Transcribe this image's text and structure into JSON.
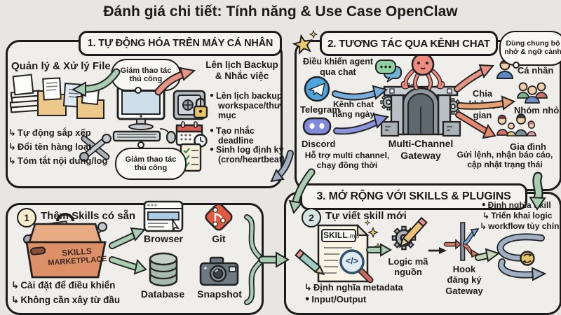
{
  "title": "Đánh giá chi tiết: Tính năng & Use Case OpenClaw",
  "colors": {
    "background": "#e7e6e3",
    "panel": "#efeeea",
    "ink": "#1b1b1b",
    "green_arrow": "#a9cdb1",
    "salmon_arrow": "#e89383",
    "blue_arrow": "#77aede",
    "slate_arrow": "#9fb0c4",
    "telegram_blue": "#4ea4dd",
    "discord_purple": "#8289da",
    "git_orange": "#df5a40",
    "octopus_pink": "#ef8a80",
    "toolbox_orange": "#dd9068",
    "gold": "#e9c46a"
  },
  "section1": {
    "header": "1. TỰ ĐỘNG HÓA TRÊN MÁY CÁ NHÂN",
    "file_block": {
      "title": "Quản lý & Xử lý File",
      "bullets": [
        "Tự động sắp xếp",
        "Đổi tên hàng loạt",
        "Tóm tắt nội dung/log"
      ]
    },
    "thought_top": "Giảm thao tác thủ công",
    "thought_bottom": "Giảm thao tác thủ công",
    "backup_block": {
      "title": "Lên lịch Backup & Nhắc việc",
      "bullets": [
        "Lên lịch backup workspace/thư mục",
        "Tạo nhắc deadline",
        "Sinh log định kỳ (cron/heartbeat)"
      ]
    }
  },
  "section2": {
    "header": "2. TƯƠNG TÁC QUA KÊNH CHAT",
    "agent_note": "Điều khiển agent qua chat",
    "telegram_label": "Telegram",
    "channel_note": "Kênh chat hằng ngày",
    "discord_label": "Discord",
    "multi_note": "Hỗ trợ multi channel, chạy đồng thời",
    "gateway_label": "Multi-Channel Gateway",
    "memory_note": "Dùng chung bộ nhớ & ngữ cảnh",
    "share_note": "Chia không gian",
    "personal_label": "Cá nhân",
    "group_label": "Nhóm nhỏ",
    "family_label": "Gia đình",
    "bottom_note": "Gửi lệnh, nhận báo cáo, cập nhật trạng thái"
  },
  "skills_panel": {
    "step_number": "1",
    "title": "Thêm Skills có sẵn",
    "toolbox_line1": "SKILLS",
    "toolbox_line2": "MARKETPLACE",
    "bullets": [
      "Cài đặt để điều khiển",
      "Không cần xây từ đầu"
    ],
    "items": [
      "Browser",
      "Git",
      "Database",
      "Snapshot"
    ]
  },
  "section3": {
    "header": "3. MỞ RỘNG VỚI SKILLS & PLUGINS",
    "step_number": "2",
    "subtitle": "Tự viết skill mới",
    "doc_name": "SKILL",
    "doc_ext": ".md",
    "code_glyph": "</>",
    "doc_bullets": [
      "Định nghĩa metadata",
      "Input/Output"
    ],
    "logic_label": "Logic mã nguồn",
    "hook_label": "Hook đăng ký Gateway",
    "skill_bullets": [
      "Định nghĩa Skill",
      "Triển khai logic",
      "workflow tùy chỉnh"
    ]
  }
}
